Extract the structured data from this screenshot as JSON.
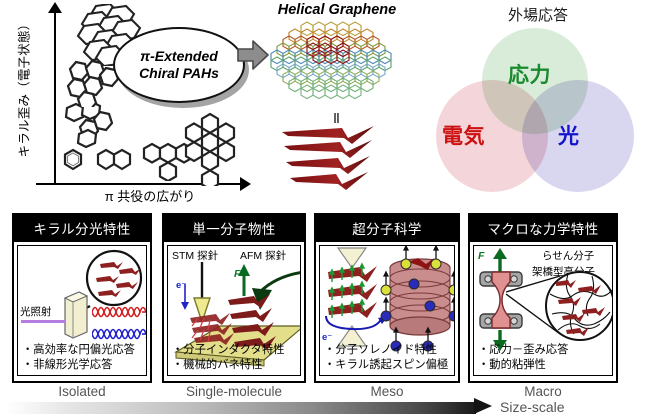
{
  "chart": {
    "y_axis_label": "キラル歪み（電子状態）",
    "x_axis_label": "π 共役の広がり"
  },
  "ellipse": {
    "line1": "π-Extended",
    "line2": "Chiral PAHs"
  },
  "helical": {
    "title": "Helical Graphene",
    "equals": "‖"
  },
  "venn": {
    "title": "外場応答",
    "stress_label": "応力",
    "electric_label": "電気",
    "light_label": "光",
    "stress_color": "#1a8a2e",
    "electric_color": "#cc1111",
    "light_color": "#1414cc",
    "stress_fill": "#d9ecd9",
    "electric_fill": "#f4d6da",
    "light_fill": "#d9d6f0"
  },
  "panels": [
    {
      "title": "キラル分光特性",
      "scale": "Isolated",
      "art_labels": [
        "光照射"
      ],
      "bullets": [
        "・高効率な円偏光応答",
        "・非線形光学応答"
      ]
    },
    {
      "title": "単一分子物性",
      "scale": "Single-molecule",
      "art_labels": [
        "STM 探針",
        "AFM 探針",
        "e⁻",
        "F"
      ],
      "bullets": [
        "・分子インダクタ特性",
        "・機械的バネ特性"
      ]
    },
    {
      "title": "超分子科学",
      "scale": "Meso",
      "art_labels": [
        "e⁻"
      ],
      "bullets": [
        "・分子ソレノイド特性",
        "・キラル誘起スピン偏極"
      ]
    },
    {
      "title": "マクロな力学特性",
      "scale": "Macro",
      "art_labels": [
        "F",
        "らせん分子",
        "架橋型高分子"
      ],
      "bullets": [
        "・応力－歪み応答",
        "・動的粘弾性"
      ]
    }
  ],
  "scale_axis": {
    "label": "Size-scale"
  }
}
